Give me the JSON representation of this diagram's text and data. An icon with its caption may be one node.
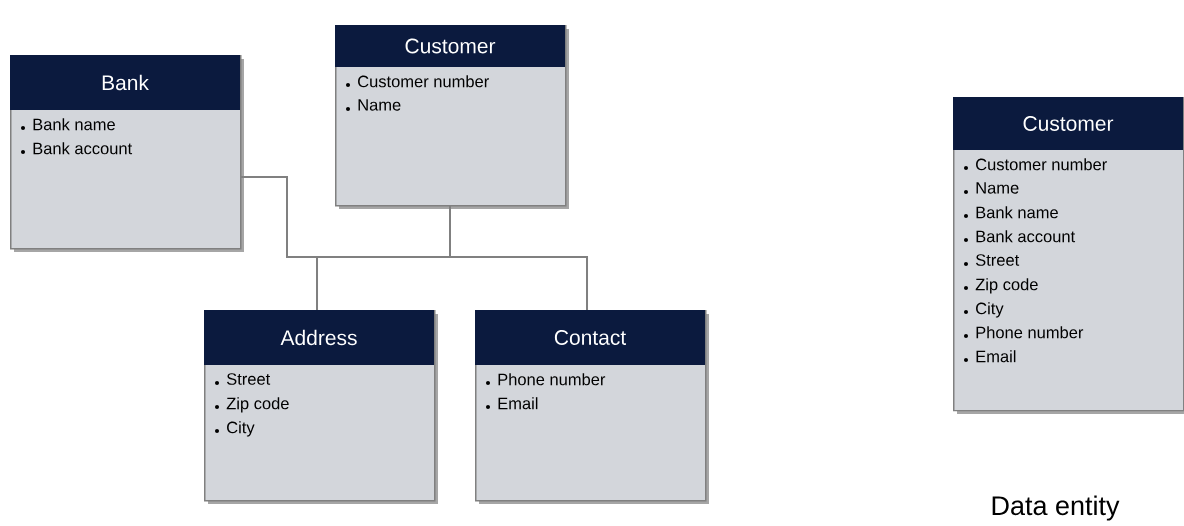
{
  "diagram": {
    "nodes": [
      {
        "text": [
          "Bank",
          "Bank name",
          "Bank account"
        ]
      },
      {
        "text": [
          "Customer",
          "Customer number",
          "Name"
        ]
      },
      {
        "text": [
          "Address",
          "Street",
          "Zip code",
          "City"
        ]
      },
      {
        "text": [
          "Contact",
          "Phone number",
          "Email"
        ]
      },
      {
        "text": [
          "Customer",
          "Customer number",
          "Name",
          "Bank name",
          "Bank account",
          "Street",
          "Zip code",
          "City",
          "Phone number",
          "Email"
        ]
      }
    ],
    "edges": [
      {
        "from": 0,
        "to": 2,
        "arrow": "none"
      },
      {
        "from": 0,
        "to": 3,
        "arrow": "none"
      },
      {
        "from": 1,
        "to": 2,
        "arrow": "none"
      },
      {
        "from": 1,
        "to": 3,
        "arrow": "none"
      }
    ],
    "labels": [
      "Data entity"
    ]
  }
}
